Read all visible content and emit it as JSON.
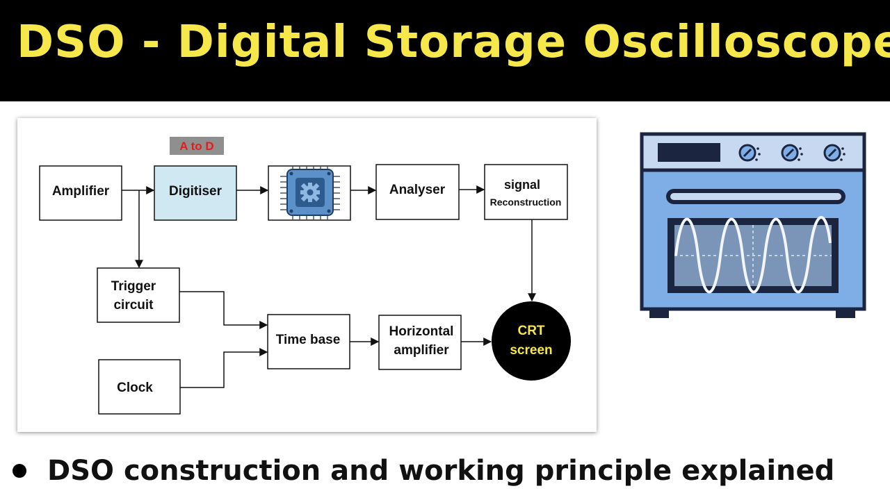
{
  "banner": {
    "title": "DSO - Digital Storage Oscilloscope"
  },
  "diagram": {
    "adc_tag": "A to D",
    "amplifier": "Amplifier",
    "digitiser": "Digitiser",
    "analyser": "Analyser",
    "signal_line1": "signal",
    "signal_line2": "Reconstruction",
    "trigger_line1": "Trigger",
    "trigger_line2": "circuit",
    "clock": "Clock",
    "time_base": "Time base",
    "horizontal_line1": "Horizontal",
    "horizontal_line2": "amplifier",
    "crt_line1": "CRT",
    "crt_line2": "screen"
  },
  "colors": {
    "banner_bg": "#000000",
    "title_yellow": "#f6e84a",
    "digitiser_fill": "#cfe8f2",
    "adc_tag_bg": "#8f8f8f",
    "adc_tag_text": "#e11d1d",
    "scope_body": "#7eaee5",
    "scope_outline": "#1b2540"
  },
  "icons": {
    "processor": "processor-chip-gear-icon",
    "oscilloscope": "oscilloscope-device-icon"
  },
  "footer": {
    "bullet_text": "DSO construction and working principle explained"
  }
}
